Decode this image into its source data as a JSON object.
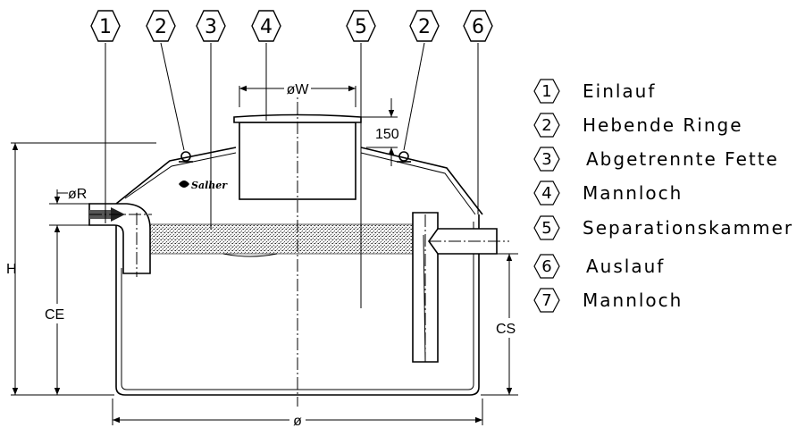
{
  "callouts": [
    {
      "num": "1"
    },
    {
      "num": "2"
    },
    {
      "num": "3"
    },
    {
      "num": "4"
    },
    {
      "num": "5"
    },
    {
      "num": "2"
    },
    {
      "num": "6"
    }
  ],
  "dimensions": {
    "manhole_diameter": "øW",
    "lid_height": "150",
    "inlet_diameter": "øR",
    "total_height": "H",
    "inlet_height": "CE",
    "outlet_height": "CS",
    "tank_diameter": "ø"
  },
  "brand": "Salher",
  "legend": [
    {
      "num": "1",
      "label": "Einlauf"
    },
    {
      "num": "2",
      "label": "Hebende Ringe"
    },
    {
      "num": "3",
      "label": "Abgetrennte Fette"
    },
    {
      "num": "4",
      "label": "Mannloch"
    },
    {
      "num": "5",
      "label": "Separationskammer"
    },
    {
      "num": "6",
      "label": "Auslauf"
    },
    {
      "num": "7",
      "label": "Mannloch"
    }
  ]
}
